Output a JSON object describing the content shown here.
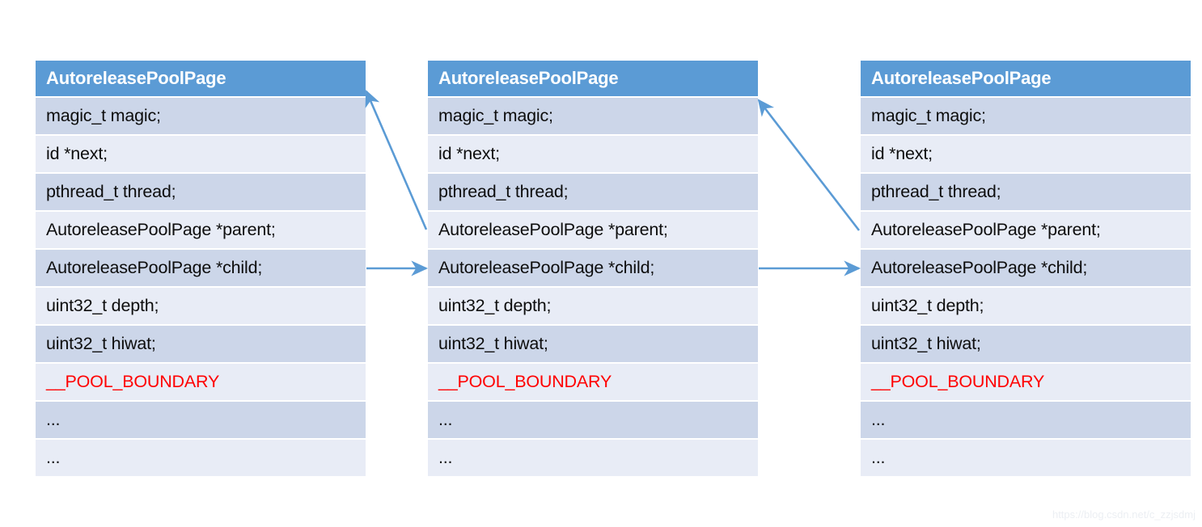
{
  "diagram": {
    "title_text": "AutoreleasePoolPage",
    "colors": {
      "header_blue": "#5b9bd5",
      "row_dark": "#ccd6e9",
      "row_light": "#e8ecf6",
      "arrow_blue": "#5b9bd5",
      "boundary_red": "#ff0000",
      "background": "#ffffff"
    },
    "tables": [
      {
        "header": "AutoreleasePoolPage",
        "rows": [
          "magic_t magic;",
          "id *next;",
          "pthread_t thread;",
          "AutoreleasePoolPage *parent;",
          "AutoreleasePoolPage *child;",
          "uint32_t depth;",
          "uint32_t hiwat;",
          "__POOL_BOUNDARY",
          "...",
          "..."
        ]
      },
      {
        "header": "AutoreleasePoolPage",
        "rows": [
          "magic_t magic;",
          "id *next;",
          "pthread_t thread;",
          "AutoreleasePoolPage *parent;",
          "AutoreleasePoolPage *child;",
          "uint32_t depth;",
          "uint32_t hiwat;",
          "__POOL_BOUNDARY",
          "...",
          "..."
        ]
      },
      {
        "header": "AutoreleasePoolPage",
        "rows": [
          "magic_t magic;",
          "id *next;",
          "pthread_t thread;",
          "AutoreleasePoolPage *parent;",
          "AutoreleasePoolPage *child;",
          "uint32_t depth;",
          "uint32_t hiwat;",
          "__POOL_BOUNDARY",
          "...",
          "..."
        ]
      }
    ],
    "connections": [
      {
        "name": "parent-link-2-to-1",
        "kind": "diagonal",
        "from": "table2.parent",
        "to": "table1.top-right"
      },
      {
        "name": "child-link-1-to-2",
        "kind": "horizontal",
        "from": "table1.child",
        "to": "table2.child"
      },
      {
        "name": "parent-link-3-to-2",
        "kind": "diagonal",
        "from": "table3.parent",
        "to": "table2.top-right"
      },
      {
        "name": "child-link-2-to-3",
        "kind": "horizontal",
        "from": "table2.child",
        "to": "table3.child"
      }
    ]
  },
  "watermark": {
    "text": "https://blog.csdn.net/c_zzjsdmj"
  }
}
